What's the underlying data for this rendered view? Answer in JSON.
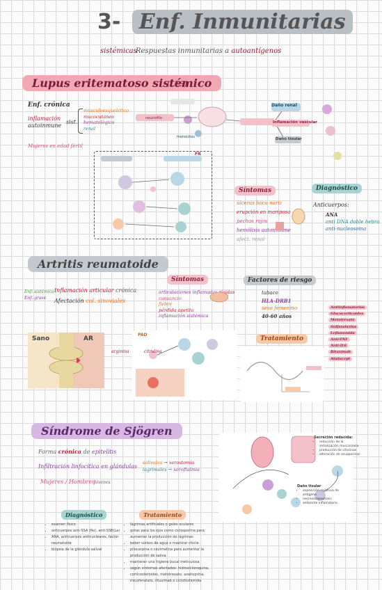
{
  "header": {
    "number": "3-",
    "title": "Enf. Inmunitarias",
    "title_sub": "sistémicas",
    "subtitle_a": "Respuestas inmunitarias a",
    "subtitle_b": "autoantígenos"
  },
  "lupus": {
    "title": "Lupus eritematoso sistémico",
    "abbr": "(LES)",
    "enf": "Enf. crónica",
    "inflam": "inflamación",
    "auto": "autoinmune",
    "sist": "sist.",
    "organs": [
      "musculoesquelético",
      "mucocutáneo",
      "hematológico",
      "renal"
    ],
    "women": "Mujeres en edad fértil",
    "sintomas_title": "Síntomas",
    "sintomas": [
      "úlceras boca nariz",
      "erupción en mariposa",
      "pechos rojos",
      "hemólisis autoinmune",
      "afect. renal"
    ],
    "diag_title": "Diagnóstico",
    "anticuerpos": "Anticuerpos:",
    "diag_items": [
      "ANA",
      "anti DNA doble hebra",
      "anti-nucleosoma"
    ],
    "dano_renal": "Daño renal",
    "dano_tisular": "Daño tisular",
    "inflamacion_vascular": "Inflamación vascular",
    "fr": "FR",
    "neutrofilo": "neutrófilo",
    "monocitos": "monocitos"
  },
  "ar": {
    "title": "Artritis reumatoide",
    "side_a": "Enf. sistémica",
    "side_b": "Enf. grave",
    "line1_a": "Inflamación articular",
    "line1_b": "crónica",
    "line2_a": "Afectación",
    "line2_b": "col. sinoviales",
    "sintomas_title": "Síntomas",
    "sintomas": [
      "articulaciones inflamadas",
      "rígidas",
      "cansancio",
      "fiebre",
      "pérdida apetito",
      "inflamación sistémica"
    ],
    "factores_title": "Factores de riesgo",
    "factores": [
      "tabaco",
      "HLA-DRB1",
      "sexo femenino",
      "40-60 años"
    ],
    "tratamiento_title": "Tratamiento",
    "sano": "Sano",
    "ar_label": "AR",
    "pad": "PAD",
    "arginina": "arginina",
    "citrulina": "citrulina",
    "right_list": [
      "Antiinflamatorios",
      "Glucocorticoides",
      "Metotrexato",
      "Sulfasalazina",
      "Leflunomida",
      "Anti-TNF",
      "Anti-IL6",
      "Rituximab",
      "Abatacept"
    ]
  },
  "sjogren": {
    "title": "Síndrome de Sjögren",
    "forma_a": "Forma",
    "forma_b": "crónica",
    "forma_c": "de",
    "forma_d": "epitelitis",
    "infil": "Infiltración linfocítica en glándulas",
    "salivales": "salivales",
    "lagrimales": "lagrimales",
    "xerostomia": "xerostomía",
    "xeroftalmia": "xeroftalmia",
    "sexo": "Mujeres / Hombres",
    "edad": "Jóvenes",
    "diag_title": "Diagnóstico",
    "diag": [
      "examen físico",
      "anticuerpos anti-SSA (Ro), anti-SSB(La)",
      "ANA, anticuerpos antinucleares, factor reumatoide",
      "biopsia de la glándula salival"
    ],
    "trat_title": "Tratamiento",
    "trat": [
      "lágrimas artificiales o geles oculares",
      "gotas para los ojos como ciclosporina para aumentar la producción de lágrimas",
      "beber sorbos de agua o masticar chicle",
      "pilocarpina o cevimelina para aumentar la producción de saliva",
      "mantener una higiene bucal meticulosa",
      "según síntomas afectados: hidroxicloroquina, corticosteroides, metotrexato, azatioprina, micofenolato, rituximab o ciclofosfamida"
    ],
    "secrecion_title": "Secreción reducida:",
    "secrecion": [
      "reducción de la señalización muscarínica",
      "producción de citocinas",
      "alteración de acuaporinas"
    ],
    "dano_title": "Daño tisular",
    "dano": [
      "exposición continua de antígeno",
      "necrosis/apoptosis",
      "ambiente inflamatorio"
    ]
  },
  "colors": {
    "lupus_accent": "#f0a9b4",
    "ar_accent": "#c3c9ce",
    "sj_accent": "#d6b8e2",
    "dark_red": "#8b1a3a"
  }
}
